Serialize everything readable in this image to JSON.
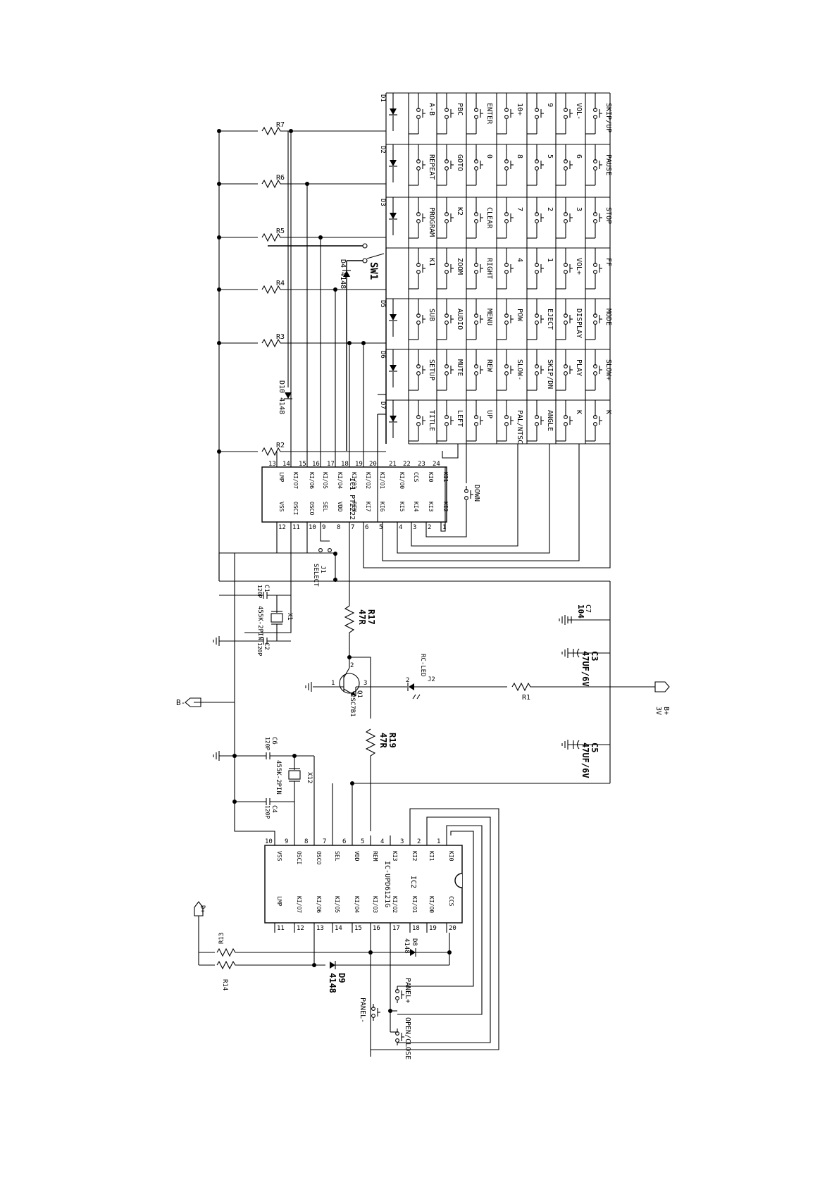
{
  "diagram": {
    "keys": [
      [
        "A-B",
        "PBC",
        "ENTER",
        "10+",
        "9",
        "VOL-",
        "SKIP/UP"
      ],
      [
        "REPEAT",
        "GOTO",
        "0",
        "8",
        "5",
        "6",
        "PAUSE"
      ],
      [
        "PROGRAM",
        "K2",
        "CLEAR",
        "7",
        "2",
        "3",
        "STOP"
      ],
      [
        "K1",
        "ZOOM",
        "RIGHT",
        "4",
        "1",
        "VOL+",
        "FF"
      ],
      [
        "SUB",
        "AUDIO",
        "MENU",
        "POW",
        "EJECT",
        "DISPLAY",
        "MODE"
      ],
      [
        "SETUP",
        "MUTE",
        "REW",
        "SLOW-",
        "SKIP/DN",
        "PLAY",
        "SLOW+"
      ],
      [
        "TITLE",
        "LEFT",
        "UP",
        "PAL/NTSC",
        "ANGLE",
        "K",
        "K"
      ]
    ],
    "row_diodes": [
      "D1",
      "D2",
      "D3",
      "",
      "D5",
      "D6",
      "D7"
    ],
    "resistors_left": [
      "R7",
      "R6",
      "R5",
      "R4",
      "R3",
      "R2"
    ],
    "sw1": "SW1",
    "d4": "D4 4148",
    "d10": "D10 4148",
    "ic1": {
      "name": "IC1 PT2222",
      "top_pins": [
        "13",
        "14",
        "15",
        "16",
        "17",
        "18",
        "19",
        "20",
        "21",
        "22",
        "23",
        "24"
      ],
      "top_labels": [
        "LMP",
        "KI/O7",
        "KI/O6",
        "KI/O5",
        "KI/O4",
        "KI/O3",
        "KI/O2",
        "KI/O1",
        "KI/O0",
        "CCS",
        "KI0",
        "KI1"
      ],
      "bottom_pins": [
        "12",
        "11",
        "10",
        "9",
        "8",
        "7",
        "6",
        "5",
        "4",
        "3",
        "2",
        "1"
      ],
      "bottom_labels": [
        "VSS",
        "OSCI",
        "OSCO",
        "SEL",
        "VDD",
        "REM",
        "KI7",
        "KI6",
        "KI5",
        "KI4",
        "KI3",
        "KI2"
      ]
    },
    "down_key": "DOWN",
    "j1": [
      "J1",
      "SELECT"
    ],
    "c1": [
      "C1",
      "120P"
    ],
    "c2": [
      "C2",
      "120P"
    ],
    "x1": [
      "X1",
      "455K-2PIN"
    ],
    "r17": [
      "R17",
      "47R"
    ],
    "c7": [
      "C7",
      "104"
    ],
    "c3": [
      "C3",
      "47UF/6V"
    ],
    "q1": [
      "Q1",
      "2SC7B1"
    ],
    "q1_pins": [
      "1",
      "2",
      "3"
    ],
    "rc_led": [
      "J2",
      "RC-LED"
    ],
    "led_pin": "2",
    "r1": "R1",
    "b_plus": [
      "B+",
      "3V"
    ],
    "b_minus": "B-",
    "r19": [
      "R19",
      "47R"
    ],
    "c5": [
      "C5",
      "47UF/6V"
    ],
    "c6": [
      "C6",
      "120P"
    ],
    "c4": [
      "C4",
      "120P"
    ],
    "x12": [
      "X12",
      "455K-2PIN"
    ],
    "ic2": {
      "name": "IC-UPD6121G",
      "ref": "IC2",
      "top_pins": [
        "10",
        "9",
        "8",
        "7",
        "6",
        "5",
        "4",
        "3",
        "2",
        "1"
      ],
      "top_labels": [
        "VSS",
        "OSCI",
        "OSCO",
        "SEL",
        "VDD",
        "REM",
        "KI3",
        "KI2",
        "KI1",
        "KI0"
      ],
      "bottom_pins": [
        "11",
        "12",
        "13",
        "14",
        "15",
        "16",
        "17",
        "18",
        "19",
        "20"
      ],
      "bottom_labels": [
        "LMP",
        "KI/O7",
        "KI/O6",
        "KI/O5",
        "KI/O4",
        "KI/O3",
        "KI/O2",
        "KI/O1",
        "KI/O0",
        "CCS"
      ]
    },
    "d_plus": "D+",
    "r13": "R13",
    "r14": "R14",
    "d8": [
      "D8",
      "4148"
    ],
    "d9": [
      "D9",
      "4148"
    ],
    "panel_keys": [
      "PANEL+",
      "OPEN/CLOSE",
      "PANEL-"
    ]
  }
}
